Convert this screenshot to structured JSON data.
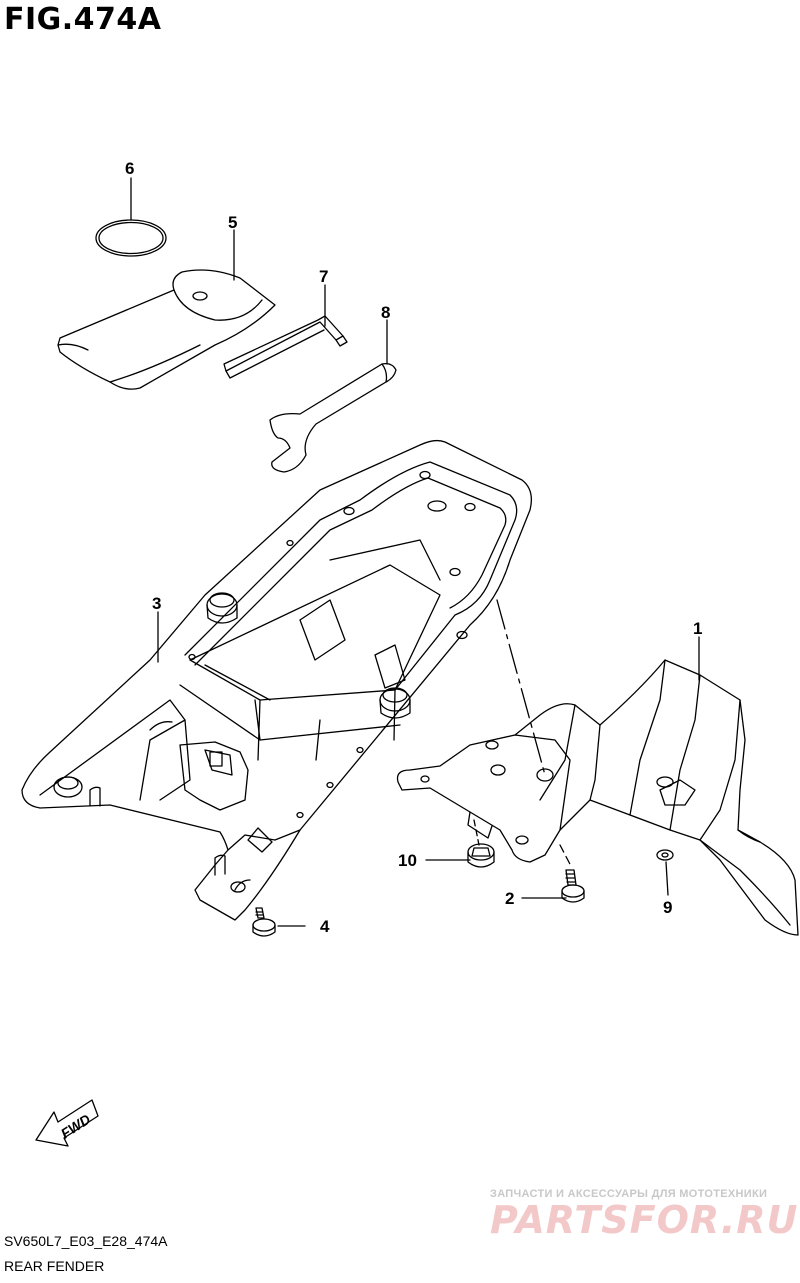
{
  "figure": {
    "title": "FIG.474A",
    "code": "SV650L7_E03_E28_474A",
    "name": "REAR FENDER"
  },
  "fwd_label": "FWD",
  "watermark": {
    "tagline": "ЗАПЧАСТИ И АКСЕССУАРЫ ДЛЯ МОТОТЕХНИКИ",
    "brand": "PARTSFOR.RU"
  },
  "callouts": [
    {
      "id": "1",
      "label": "1"
    },
    {
      "id": "2",
      "label": "2"
    },
    {
      "id": "3",
      "label": "3"
    },
    {
      "id": "4",
      "label": "4"
    },
    {
      "id": "5",
      "label": "5"
    },
    {
      "id": "6",
      "label": "6"
    },
    {
      "id": "7",
      "label": "7"
    },
    {
      "id": "8",
      "label": "8"
    },
    {
      "id": "9",
      "label": "9"
    },
    {
      "id": "10",
      "label": "10"
    }
  ],
  "colors": {
    "line": "#000000",
    "background": "#ffffff",
    "watermark": "#f3c8c8"
  }
}
